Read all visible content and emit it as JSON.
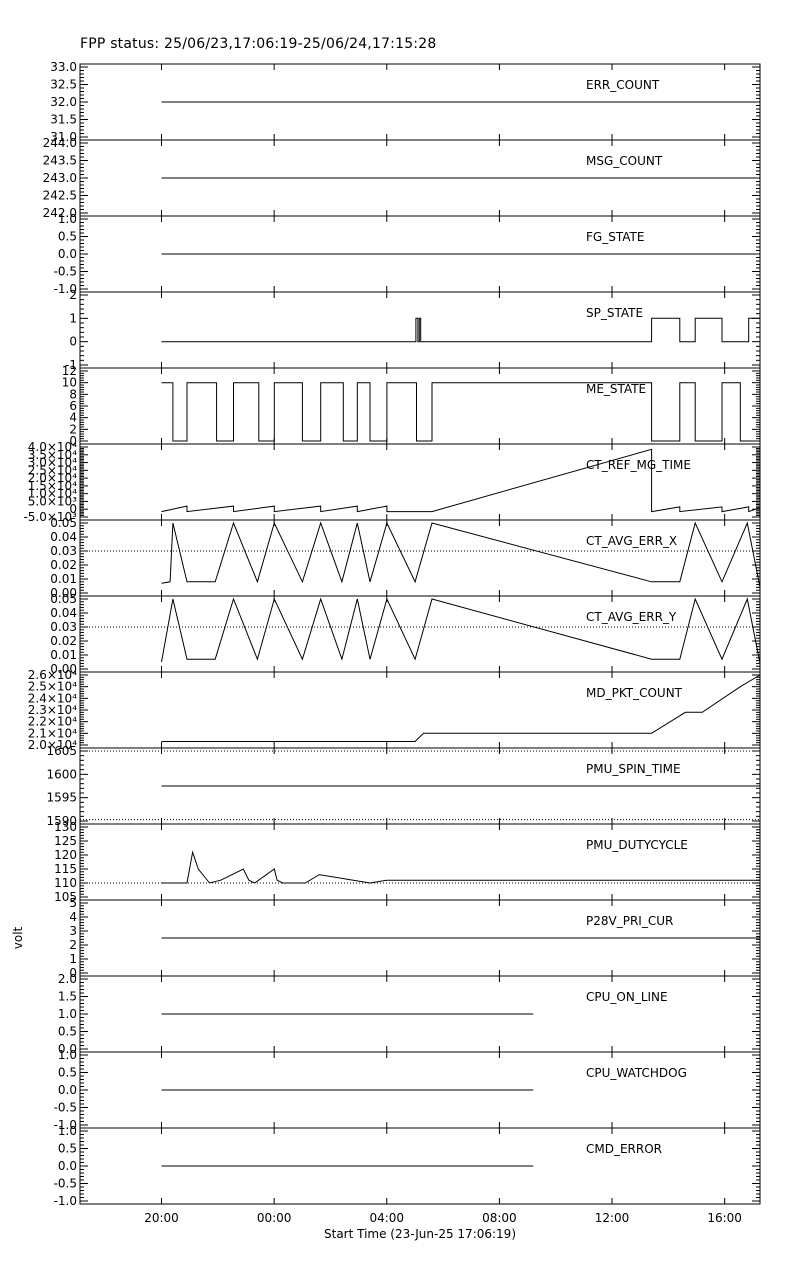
{
  "title": "FPP status: 25/06/23,17:06:19-25/06/24,17:15:28",
  "chart_data": {
    "type": "line",
    "x_axis": {
      "label": "Start Time (23-Jun-25 17:06:19)",
      "unit": "hours since start",
      "range": [
        0,
        24.15
      ],
      "tick_labels": [
        "20:00",
        "00:00",
        "04:00",
        "08:00",
        "12:00",
        "16:00"
      ],
      "tick_positions": [
        2.895,
        6.895,
        10.895,
        14.895,
        18.895,
        22.895
      ]
    },
    "panels": [
      {
        "name": "ERR_COUNT",
        "y_range": [
          31.0,
          33.0
        ],
        "tick_labels": [
          "31.0",
          "31.5",
          "32.0",
          "32.5",
          "33.0"
        ],
        "tick_values": [
          31.0,
          31.5,
          32.0,
          32.5,
          33.0
        ],
        "series": [
          {
            "x": [
              2.895,
              24.15
            ],
            "y": [
              32.0,
              32.0
            ]
          }
        ]
      },
      {
        "name": "MSG_COUNT",
        "y_range": [
          242.0,
          244.0
        ],
        "tick_labels": [
          "242.0",
          "242.5",
          "243.0",
          "243.5",
          "244.0"
        ],
        "tick_values": [
          242.0,
          242.5,
          243.0,
          243.5,
          244.0
        ],
        "series": [
          {
            "x": [
              2.895,
              24.15
            ],
            "y": [
              243.0,
              243.0
            ]
          }
        ]
      },
      {
        "name": "FG_STATE",
        "y_range": [
          -1.0,
          1.0
        ],
        "tick_labels": [
          "-1.0",
          "-0.5",
          "0.0",
          "0.5",
          "1.0"
        ],
        "tick_values": [
          -1.0,
          -0.5,
          0.0,
          0.5,
          1.0
        ],
        "series": [
          {
            "x": [
              2.895,
              24.15
            ],
            "y": [
              0,
              0
            ]
          }
        ]
      },
      {
        "name": "SP_STATE",
        "y_range": [
          -1,
          2
        ],
        "tick_labels": [
          "-1",
          "0",
          "1",
          "2"
        ],
        "tick_values": [
          -1,
          0,
          1,
          2
        ],
        "series": [
          {
            "x": [
              2.895,
              11.93,
              11.93,
              12.0,
              12.0,
              12.05,
              12.05,
              12.1,
              12.1,
              20.3,
              20.3,
              21.3,
              21.3,
              21.85,
              21.85,
              22.8,
              22.8,
              23.75,
              23.75,
              24.15
            ],
            "y": [
              0,
              0,
              1,
              1,
              0,
              0,
              1,
              1,
              0,
              0,
              1,
              1,
              0,
              0,
              1,
              1,
              0,
              0,
              1,
              1
            ]
          }
        ]
      },
      {
        "name": "ME_STATE",
        "y_range": [
          0,
          12
        ],
        "tick_labels": [
          "0",
          "2",
          "4",
          "6",
          "8",
          "10",
          "12"
        ],
        "tick_values": [
          0,
          2,
          4,
          6,
          8,
          10,
          12
        ],
        "series": [
          {
            "x": [
              2.895,
              3.3,
              3.3,
              3.8,
              3.8,
              4.85,
              4.85,
              5.45,
              5.45,
              6.35,
              6.35,
              6.9,
              6.9,
              7.9,
              7.9,
              8.55,
              8.55,
              9.35,
              9.35,
              9.85,
              9.85,
              10.3,
              10.3,
              10.9,
              10.9,
              11.95,
              11.95,
              12.5,
              12.5,
              20.3,
              20.3,
              21.3,
              21.3,
              21.85,
              21.85,
              22.8,
              22.8,
              23.45,
              23.45,
              24.15
            ],
            "y": [
              10,
              10,
              0,
              0,
              10,
              10,
              0,
              0,
              10,
              10,
              0,
              0,
              10,
              10,
              0,
              0,
              10,
              10,
              0,
              0,
              10,
              10,
              0,
              0,
              10,
              10,
              0,
              0,
              10,
              10,
              0,
              0,
              10,
              10,
              0,
              0,
              10,
              10,
              0,
              0
            ]
          }
        ]
      },
      {
        "name": "CT_REF_MG_TIME",
        "y_range": [
          -5000,
          40000
        ],
        "tick_labels": [
          "-5.0×10³",
          "0",
          "5.0×10³",
          "1.0×10⁴",
          "1.5×10⁴",
          "2.0×10⁴",
          "2.5×10⁴",
          "3.0×10⁴",
          "3.5×10⁴",
          "4.0×10⁴"
        ],
        "tick_values": [
          -5000,
          0,
          5000,
          10000,
          15000,
          20000,
          25000,
          30000,
          35000,
          40000
        ],
        "series": [
          {
            "x": [
              2.895,
              3.8,
              3.8,
              5.45,
              5.45,
              6.9,
              6.9,
              8.55,
              8.55,
              9.85,
              9.85,
              10.9,
              10.9,
              12.5,
              20.3,
              20.3,
              21.3,
              21.3,
              22.8,
              22.8,
              23.75,
              23.75,
              24.15
            ],
            "y": [
              -1500,
              2000,
              -1500,
              2000,
              -1500,
              2000,
              -1500,
              2000,
              -1500,
              2000,
              -1500,
              2000,
              -1500,
              -1500,
              38500,
              -1500,
              1500,
              -1500,
              1500,
              -1500,
              1500,
              -1500,
              1000
            ]
          }
        ]
      },
      {
        "name": "CT_AVG_ERR_X",
        "y_range": [
          0.0,
          0.05
        ],
        "tick_labels": [
          "0.00",
          "0.01",
          "0.02",
          "0.03",
          "0.04",
          "0.05"
        ],
        "tick_values": [
          0.0,
          0.01,
          0.02,
          0.03,
          0.04,
          0.05
        ],
        "reference_line": 0.03,
        "series": [
          {
            "x": [
              2.895,
              3.2,
              3.3,
              3.8,
              4.8,
              5.45,
              6.3,
              6.9,
              7.9,
              8.55,
              9.3,
              9.85,
              10.3,
              10.9,
              11.9,
              12.5,
              20.3,
              21.3,
              21.85,
              22.8,
              23.7,
              24.15
            ],
            "y": [
              0.007,
              0.008,
              0.05,
              0.008,
              0.008,
              0.05,
              0.008,
              0.05,
              0.008,
              0.05,
              0.008,
              0.05,
              0.008,
              0.05,
              0.008,
              0.05,
              0.008,
              0.008,
              0.05,
              0.008,
              0.05,
              0.004
            ]
          }
        ]
      },
      {
        "name": "CT_AVG_ERR_Y",
        "y_range": [
          0.0,
          0.05
        ],
        "tick_labels": [
          "0.00",
          "0.01",
          "0.02",
          "0.03",
          "0.04",
          "0.05"
        ],
        "tick_values": [
          0.0,
          0.01,
          0.02,
          0.03,
          0.04,
          0.05
        ],
        "reference_line": 0.03,
        "series": [
          {
            "x": [
              2.895,
              3.3,
              3.8,
              4.8,
              5.45,
              6.3,
              6.9,
              7.9,
              8.55,
              9.3,
              9.85,
              10.3,
              10.9,
              11.9,
              12.5,
              20.3,
              21.3,
              21.85,
              22.8,
              23.7,
              24.15
            ],
            "y": [
              0.005,
              0.05,
              0.007,
              0.007,
              0.05,
              0.007,
              0.05,
              0.007,
              0.05,
              0.007,
              0.05,
              0.007,
              0.05,
              0.007,
              0.05,
              0.007,
              0.007,
              0.05,
              0.007,
              0.05,
              0.004
            ]
          }
        ]
      },
      {
        "name": "MD_PKT_COUNT",
        "y_range": [
          20000,
          26000
        ],
        "tick_labels": [
          "2.0×10⁴",
          "2.1×10⁴",
          "2.2×10⁴",
          "2.3×10⁴",
          "2.4×10⁴",
          "2.5×10⁴",
          "2.6×10⁴"
        ],
        "tick_values": [
          20000,
          21000,
          22000,
          23000,
          24000,
          25000,
          26000
        ],
        "series": [
          {
            "x": [
              2.895,
              11.9,
              12.2,
              20.3,
              21.5,
              22.1,
              23.45,
              24.15
            ],
            "y": [
              20300,
              20300,
              21000,
              21000,
              22800,
              22800,
              25000,
              26000
            ]
          }
        ]
      },
      {
        "name": "PMU_SPIN_TIME",
        "y_range": [
          1590,
          1605
        ],
        "tick_labels": [
          "1590",
          "1595",
          "1600",
          "1605"
        ],
        "tick_values": [
          1590,
          1595,
          1600,
          1605
        ],
        "reference_lines": [
          1605,
          1590.3
        ],
        "series": [
          {
            "x": [
              2.895,
              24.15
            ],
            "y": [
              1597.5,
              1597.5
            ]
          }
        ]
      },
      {
        "name": "PMU_DUTYCYCLE",
        "y_range": [
          105,
          130
        ],
        "tick_labels": [
          "105",
          "110",
          "115",
          "120",
          "125",
          "130"
        ],
        "tick_values": [
          105,
          110,
          115,
          120,
          125,
          130
        ],
        "reference_line": 110,
        "series": [
          {
            "x": [
              2.895,
              3.8,
              4.0,
              4.2,
              4.6,
              5.0,
              5.8,
              6.0,
              6.2,
              6.9,
              7.0,
              7.2,
              8.0,
              8.5,
              10.3,
              10.9,
              24.15
            ],
            "y": [
              110,
              110,
              121,
              115,
              110,
              111,
              115,
              111,
              110,
              115,
              111,
              110,
              110,
              113,
              110,
              111,
              111
            ]
          }
        ]
      },
      {
        "name": "P28V_PRI_CUR",
        "y_range": [
          0,
          5
        ],
        "unit": "volt",
        "tick_labels": [
          "0",
          "1",
          "2",
          "3",
          "4",
          "5"
        ],
        "tick_values": [
          0,
          1,
          2,
          3,
          4,
          5
        ],
        "series": [
          {
            "x": [
              2.895,
              24.15
            ],
            "y": [
              2.5,
              2.5
            ]
          }
        ]
      },
      {
        "name": "CPU_ON_LINE",
        "y_range": [
          0.0,
          2.0
        ],
        "tick_labels": [
          "0.0",
          "0.5",
          "1.0",
          "1.5",
          "2.0"
        ],
        "tick_values": [
          0.0,
          0.5,
          1.0,
          1.5,
          2.0
        ],
        "series": [
          {
            "x": [
              2.895,
              16.1
            ],
            "y": [
              1.0,
              1.0
            ]
          }
        ]
      },
      {
        "name": "CPU_WATCHDOG",
        "y_range": [
          -1.0,
          1.0
        ],
        "tick_labels": [
          "-1.0",
          "-0.5",
          "0.0",
          "0.5",
          "1.0"
        ],
        "tick_values": [
          -1.0,
          -0.5,
          0.0,
          0.5,
          1.0
        ],
        "series": [
          {
            "x": [
              2.895,
              16.1
            ],
            "y": [
              0,
              0
            ]
          }
        ]
      },
      {
        "name": "CMD_ERROR",
        "y_range": [
          -1.0,
          1.0
        ],
        "tick_labels": [
          "-1.0",
          "-0.5",
          "0.0",
          "0.5",
          "1.0"
        ],
        "tick_values": [
          -1.0,
          -0.5,
          0.0,
          0.5,
          1.0
        ],
        "series": [
          {
            "x": [
              2.895,
              16.1
            ],
            "y": [
              0,
              0
            ]
          }
        ]
      }
    ]
  }
}
